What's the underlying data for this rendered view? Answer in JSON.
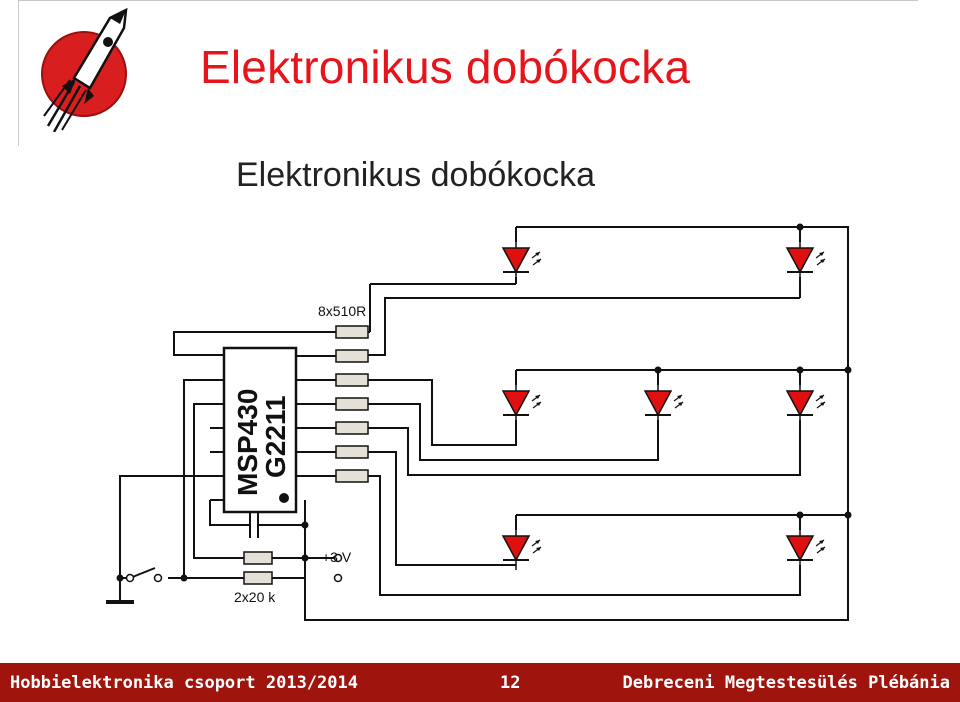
{
  "slide": {
    "title": "Elektronikus dobókocka"
  },
  "schematic": {
    "heading": "Elektronikus dobókocka",
    "chip_line1": "MSP430",
    "chip_line2": "G2211",
    "resistor_array_label": "8x510R",
    "supply_label": "+3 V",
    "pullup_label": "2x20 k",
    "colors": {
      "wire": "#111111",
      "led_fill": "#e01010",
      "resistor_fill": "#e4e0d8"
    }
  },
  "footer": {
    "left_text": "Hobbielektronika csoport 2013/2014",
    "page_number": "12",
    "right_text": "Debreceni Megtestesülés Plébánia"
  },
  "icons": {
    "logo": "rocket-logo-icon"
  }
}
